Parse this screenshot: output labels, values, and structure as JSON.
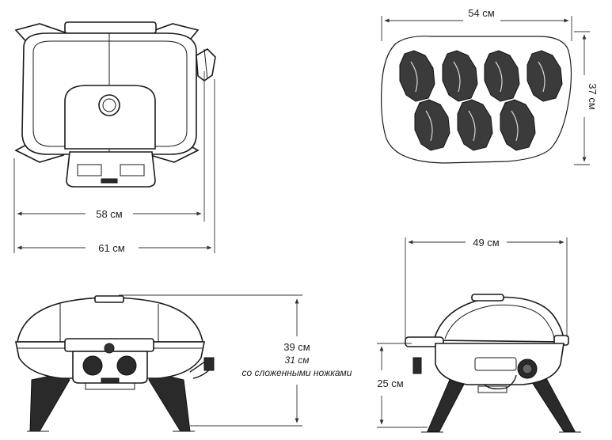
{
  "top_view": {
    "width_body": "58 см",
    "width_overall": "61 см"
  },
  "grate": {
    "width": "54 см",
    "depth": "37 см",
    "steak_count": 7
  },
  "front_view": {
    "height": "39 см",
    "height_folded": "31 см",
    "folded_note": "со сложенными ножками"
  },
  "side_view": {
    "depth": "49 см",
    "table_height": "25 см"
  }
}
